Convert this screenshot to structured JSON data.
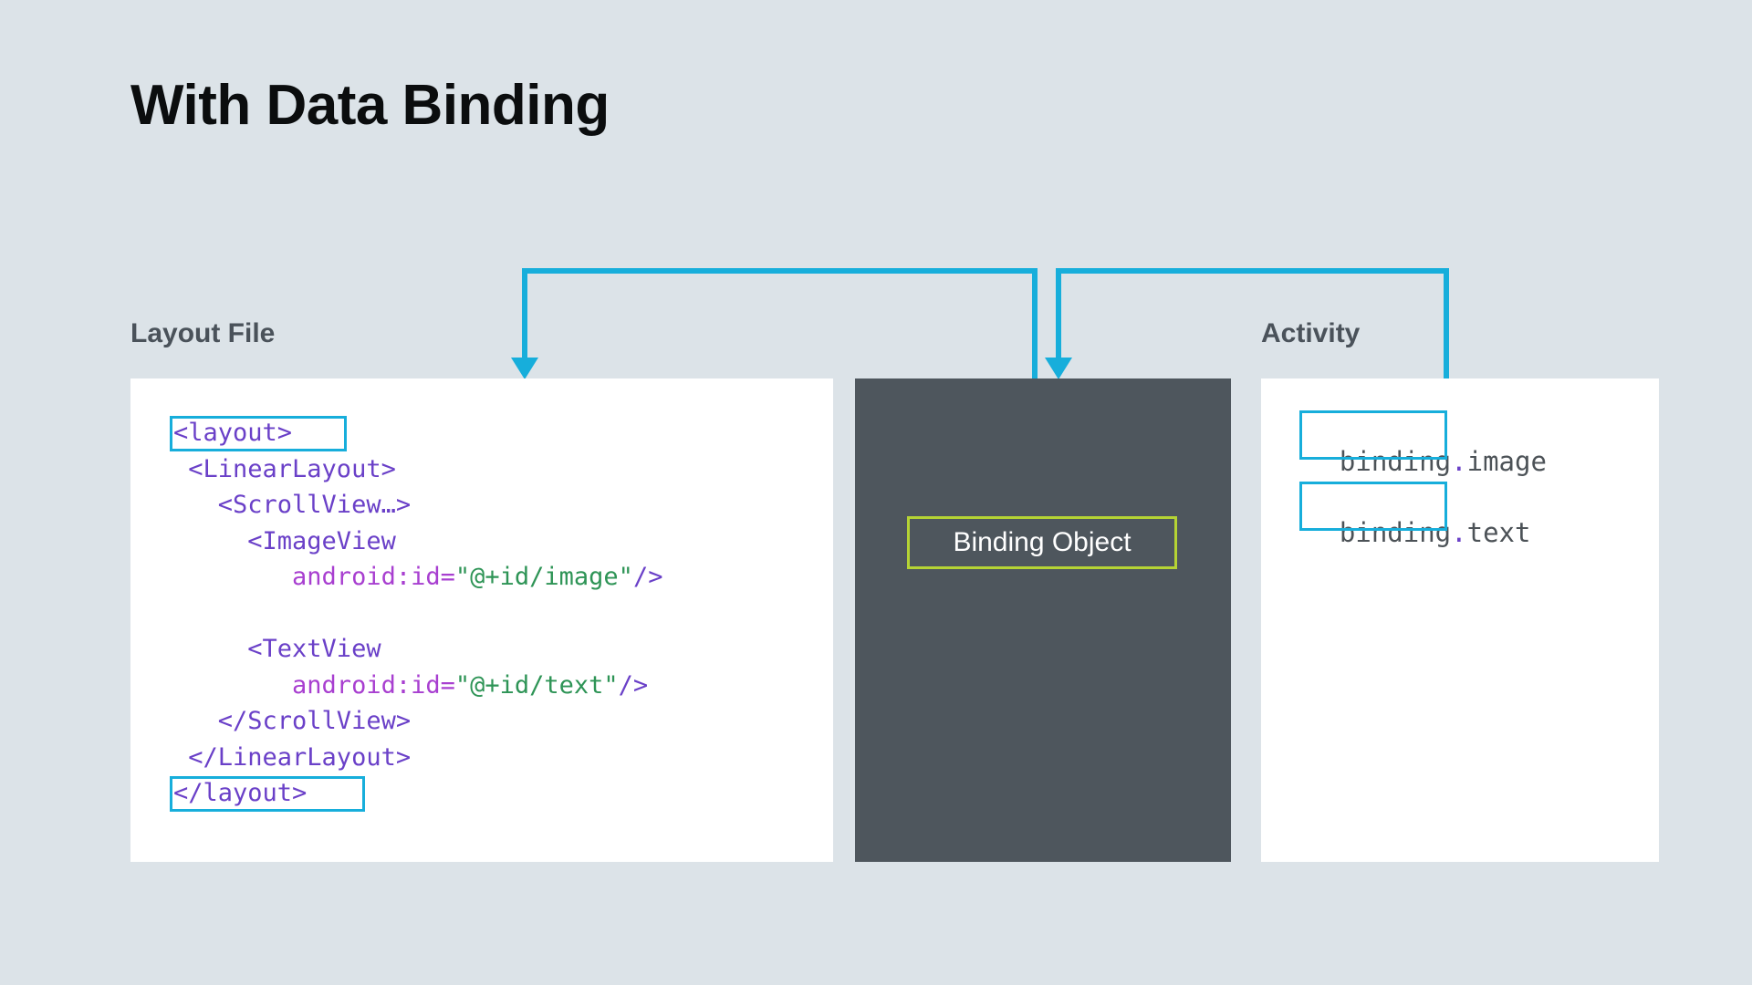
{
  "slide": {
    "title": "With Data Binding",
    "background_color": "#dce3e8"
  },
  "headings": {
    "layout_file": "Layout File",
    "activity": "Activity"
  },
  "colors": {
    "accent_cyan": "#17aedb",
    "highlight_green": "#b5d334",
    "panel_dark": "#4e565d",
    "panel_light": "#ffffff",
    "heading_text": "#4a525a",
    "code_tag": "#6a40c8",
    "code_attr": "#a83fd0",
    "code_value": "#2e9456",
    "mono_text": "#4c5257"
  },
  "layout_file_panel": {
    "code_lines": [
      {
        "indent": 0,
        "tokens": [
          {
            "t": "tag",
            "s": "<layout>"
          }
        ],
        "highlighted": true
      },
      {
        "indent": 0,
        "tokens": [
          {
            "t": "tag",
            "s": " <LinearLayout>"
          }
        ],
        "highlighted": false
      },
      {
        "indent": 0,
        "tokens": [
          {
            "t": "tag",
            "s": "   <ScrollView…>"
          }
        ],
        "highlighted": false
      },
      {
        "indent": 0,
        "tokens": [
          {
            "t": "tag",
            "s": "     <ImageView"
          }
        ],
        "highlighted": false
      },
      {
        "indent": 0,
        "tokens": [
          {
            "t": "attr",
            "s": "        android:id="
          },
          {
            "t": "val",
            "s": "\"@+id/image\""
          },
          {
            "t": "tag",
            "s": "/>"
          }
        ],
        "highlighted": false
      },
      {
        "indent": 0,
        "tokens": [
          {
            "t": "tag",
            "s": ""
          }
        ],
        "highlighted": false
      },
      {
        "indent": 0,
        "tokens": [
          {
            "t": "tag",
            "s": "     <TextView"
          }
        ],
        "highlighted": false
      },
      {
        "indent": 0,
        "tokens": [
          {
            "t": "attr",
            "s": "        android:id="
          },
          {
            "t": "val",
            "s": "\"@+id/text\""
          },
          {
            "t": "tag",
            "s": "/>"
          }
        ],
        "highlighted": false
      },
      {
        "indent": 0,
        "tokens": [
          {
            "t": "tag",
            "s": "   </ScrollView>"
          }
        ],
        "highlighted": false
      },
      {
        "indent": 0,
        "tokens": [
          {
            "t": "tag",
            "s": " </LinearLayout>"
          }
        ],
        "highlighted": false
      },
      {
        "indent": 0,
        "tokens": [
          {
            "t": "tag",
            "s": "</layout>"
          }
        ],
        "highlighted": true
      }
    ]
  },
  "binding_object_panel": {
    "label": "Binding Object"
  },
  "activity_panel": {
    "lines": [
      {
        "prefix": "binding",
        "dot": ".",
        "suffix": "image"
      },
      {
        "prefix": "binding",
        "dot": ".",
        "suffix": "text"
      }
    ]
  }
}
